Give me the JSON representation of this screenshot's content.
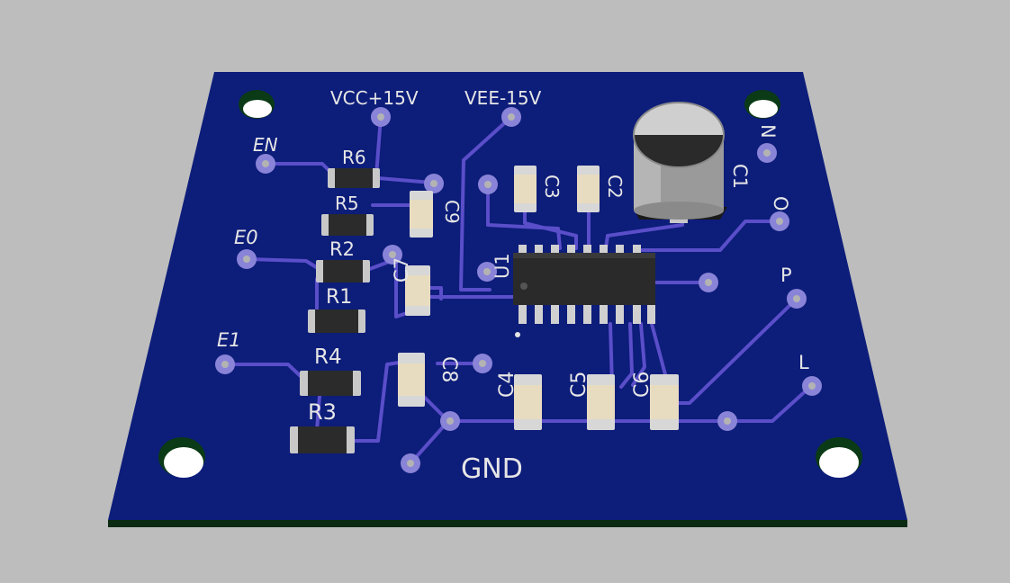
{
  "board": {
    "labels": {
      "vcc": "VCC+15V",
      "vee": "VEE-15V",
      "gnd": "GND",
      "en": "EN",
      "e0": "E0",
      "e1": "E1",
      "n": "N",
      "o": "O",
      "p": "P",
      "l": "L"
    },
    "components": {
      "r6": "R6",
      "r5": "R5",
      "r2": "R2",
      "r1": "R1",
      "r4": "R4",
      "r3": "R3",
      "c1": "C1",
      "c2": "C2",
      "c3": "C3",
      "c4": "C4",
      "c5": "C5",
      "c6": "C6",
      "c7": "C7",
      "c8": "C8",
      "c9": "C9",
      "u1": "U1"
    }
  },
  "colors": {
    "background": "#bdbdbd",
    "board": "#0d1d7a",
    "trace": "#5a4ec9",
    "pad": "#8a84d8",
    "silkscreen": "#e6e6e6"
  }
}
